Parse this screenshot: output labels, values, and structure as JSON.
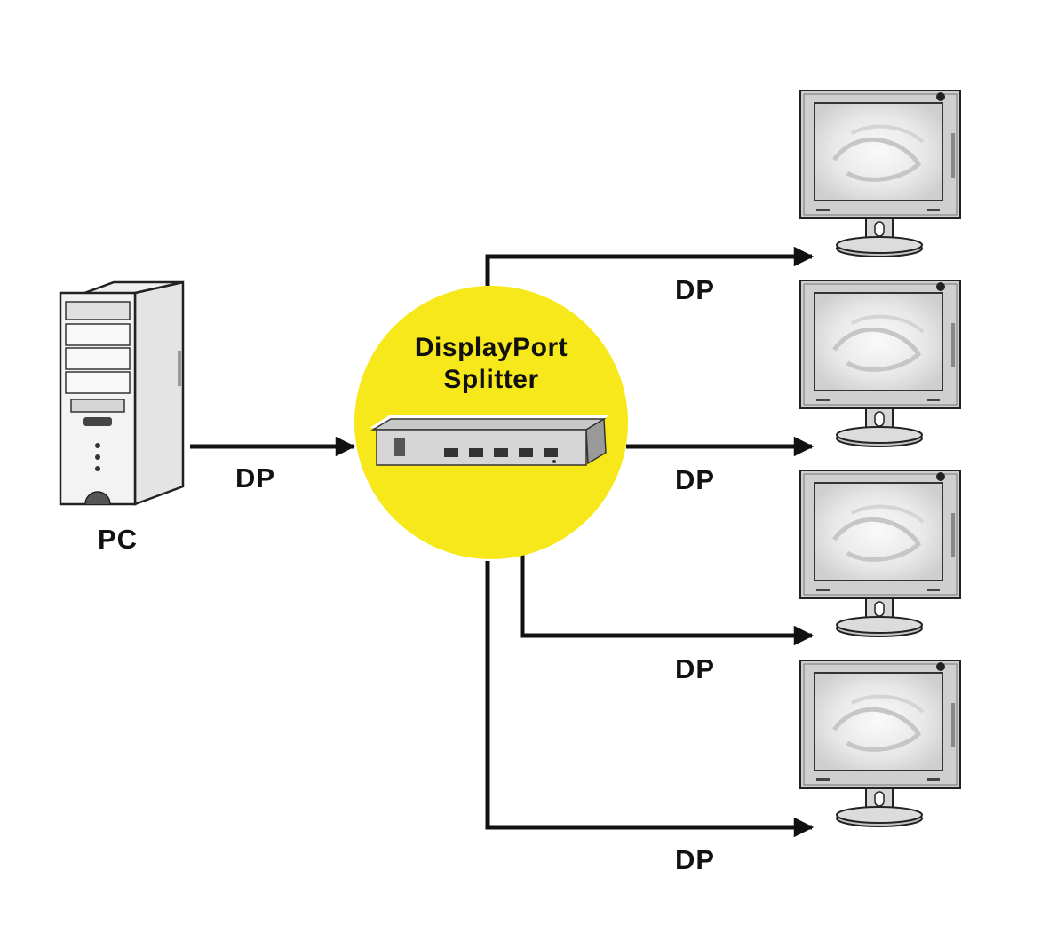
{
  "diagram": {
    "source_label": "PC",
    "hub_title_line1": "DisplayPort",
    "hub_title_line2": "Splitter",
    "input_connection_label": "DP",
    "output_connection_labels": [
      "DP",
      "DP",
      "DP",
      "DP"
    ],
    "output_count": 4,
    "colors": {
      "hub_fill": "#f6e81a",
      "line": "#111111",
      "device_outline": "#2a2a2a",
      "device_fill": "#e9e9e9"
    },
    "icons": [
      "desktop-tower-icon",
      "splitter-box-icon",
      "monitor-icon"
    ]
  }
}
